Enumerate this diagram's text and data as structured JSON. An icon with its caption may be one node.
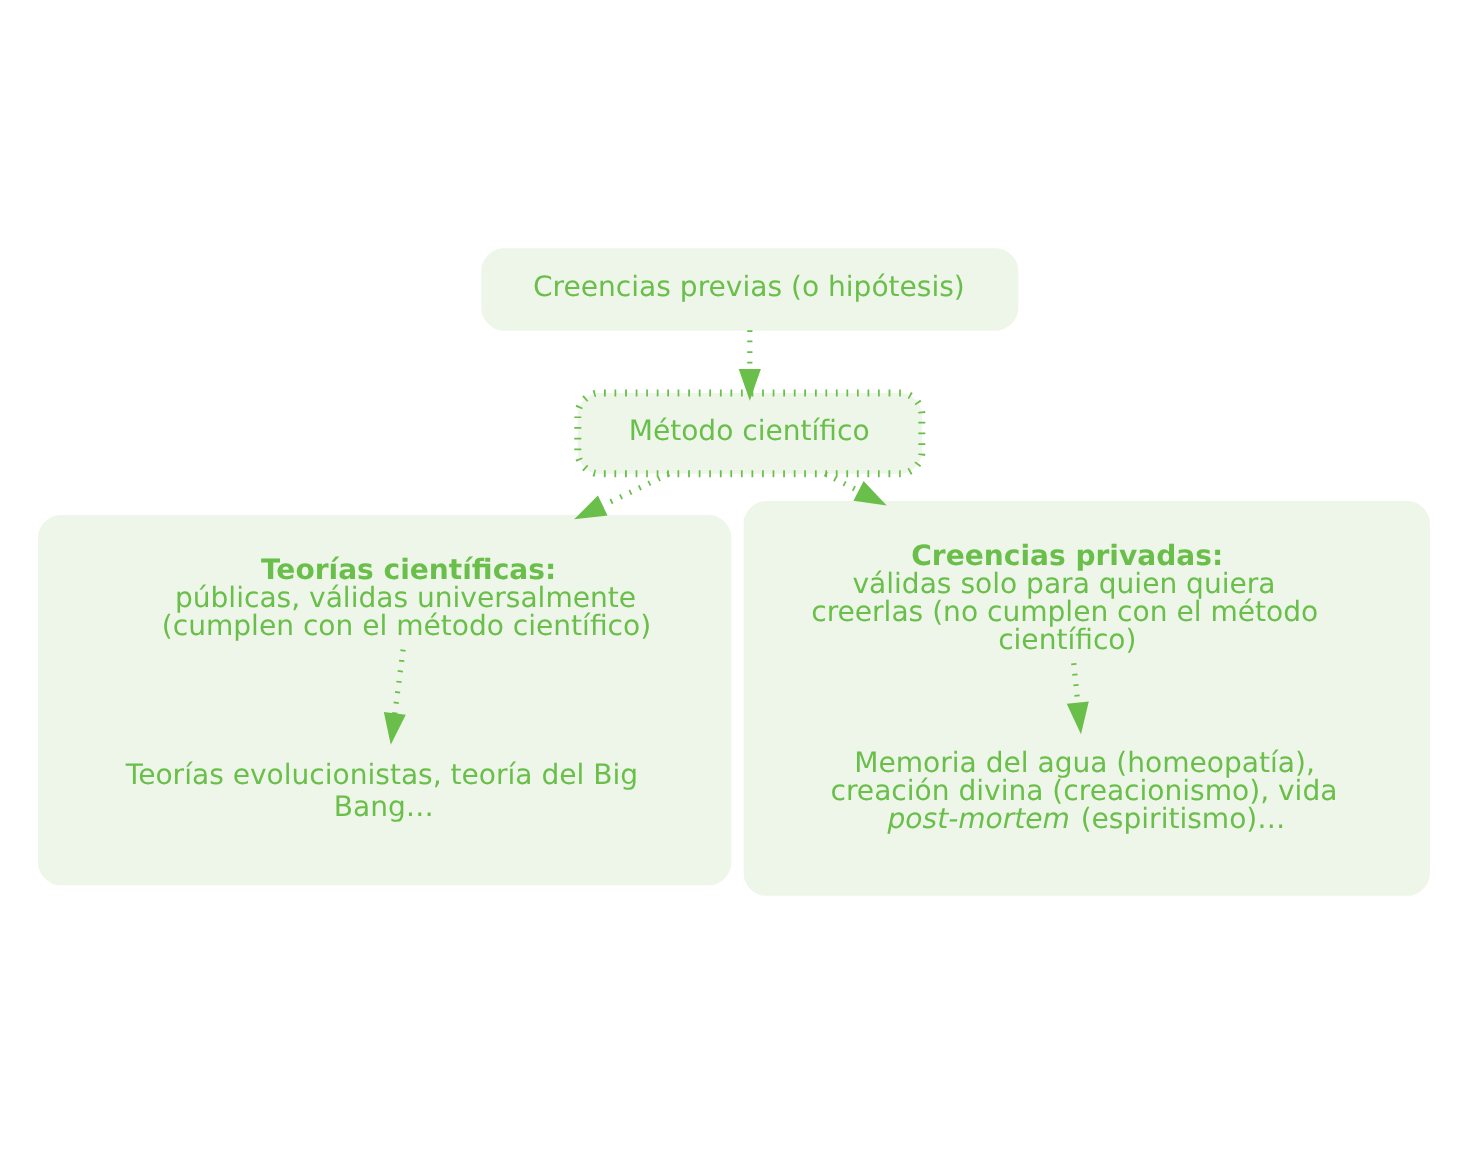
{
  "diagram": {
    "nodes": [
      {
        "text": [
          "Creencias previas (o hipótesis)"
        ]
      },
      {
        "text": [
          "Método científico"
        ]
      },
      {
        "text": [
          "**Teorías científicas:**",
          "públicas, válidas universalmente (cumplen con el método científico)"
        ]
      },
      {
        "text": [
          "Teorías evolucionistas, teoría del Big Bang…"
        ],
        "in": 2
      },
      {
        "text": [
          "**Creencias privadas:**",
          "válidas solo para quien quiera creerlas (no cumplen con el método científico)"
        ]
      },
      {
        "text": [
          "Memoria del agua (homeopatía), creación divina (creacionismo), vida *post-mortem* (espiritismo)…"
        ],
        "in": 4
      }
    ],
    "edges": [
      {
        "from": 0,
        "to": 1,
        "arrow": "to"
      },
      {
        "from": 1,
        "to": 2,
        "arrow": "to"
      },
      {
        "from": 1,
        "to": 4,
        "arrow": "to"
      },
      {
        "from": 2,
        "to": 3,
        "arrow": "to"
      },
      {
        "from": 4,
        "to": 5,
        "arrow": "to"
      }
    ]
  }
}
